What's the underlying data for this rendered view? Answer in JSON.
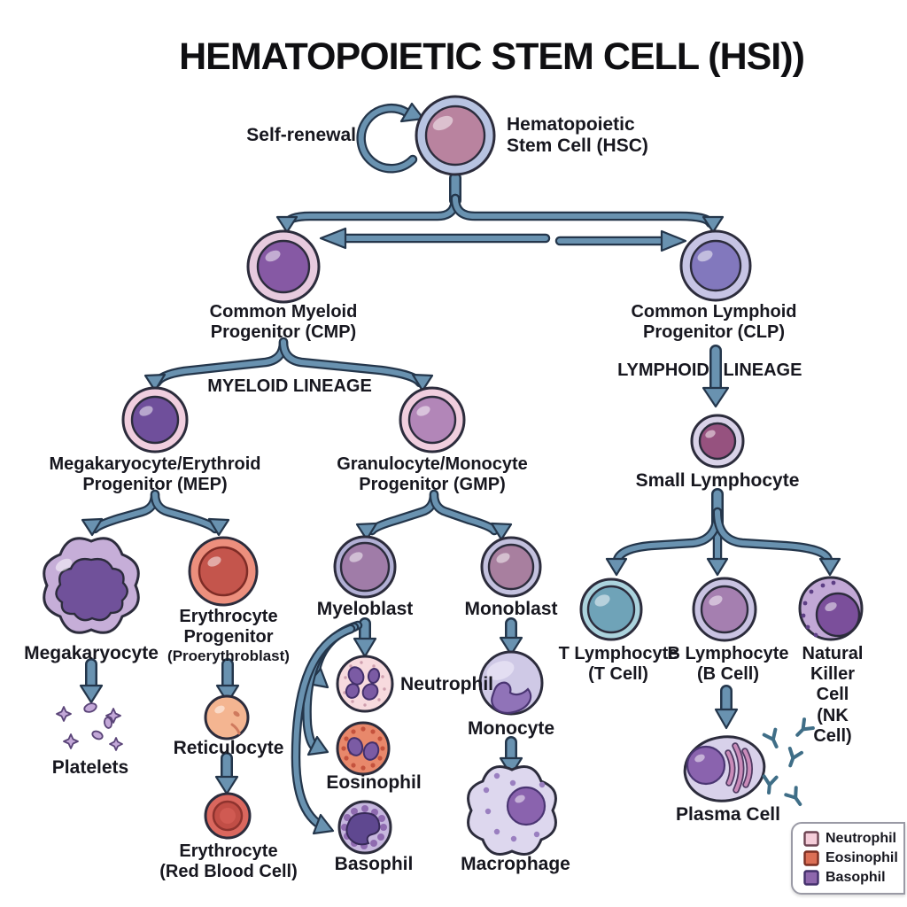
{
  "title": "HEMATOPOIETIC STEM CELL (HSI))",
  "diagram": {
    "self_renewal_label": "Self-renewal",
    "hsc_label": "Hematopoietic\nStem Cell (HSC)",
    "cmp_label": "Common Myeloid\nProgenitor (CMP)",
    "clp_label": "Common Lymphoid\nProgenitor (CLP)",
    "myeloid_lineage_label": "MYELOID LINEAGE",
    "lymphoid_word": "LYMPHOID",
    "lineage_word": "LINEAGE",
    "mep_label": "Megakaryocyte/Erythroid\nProgenitor (MEP)",
    "gmp_label": "Granulocyte/Monocyte\nProgenitor (GMP)",
    "small_lymphocyte_label": "Small Lymphocyte",
    "megakaryocyte_label": "Megakaryocyte",
    "erythrocyte_progenitor_label": "Erythrocyte\nProgenitor",
    "proerythroblast_label": "(Proerythroblast)",
    "platelets_label": "Platelets",
    "reticulocyte_label": "Reticulocyte",
    "erythrocyte_label": "Erythrocyte\n(Red Blood Cell)",
    "myeloblast_label": "Myeloblast",
    "monoblast_label": "Monoblast",
    "neutrophil_label": "Neutrophil",
    "eosinophil_label": "Eosinophil",
    "basophil_label": "Basophil",
    "monocyte_label": "Monocyte",
    "macrophage_label": "Macrophage",
    "t_cell_label": "T Lymphocyte\n(T Cell)",
    "b_cell_label": "B Lymphocyte\n(B Cell)",
    "nk_cell_label": "Natural\nKiller Cell\n(NK Cell)",
    "plasma_cell_label": "Plasma Cell"
  },
  "legend": {
    "items": [
      {
        "label": "Neutrophil",
        "color": "#f5cdd9"
      },
      {
        "label": "Eosinophil",
        "color": "#dc6f55"
      },
      {
        "label": "Basophil",
        "color": "#8e67ad"
      }
    ]
  },
  "colors": {
    "arrow": "#6992b0",
    "arrow_outline": "#24364b",
    "hsc_outer": "#b7c3e1",
    "hsc_inner": "#b9839f",
    "cmp_outer": "#e7cade",
    "cmp_inner": "#8659a4",
    "clp_outer": "#c6c4e4",
    "clp_inner": "#8278bd",
    "mep_outer": "#f0cede",
    "mep_inner": "#6f4f9b",
    "gmp_outer": "#f0cede",
    "gmp_inner": "#b286b8",
    "small_lymphocyte_outer": "#d9d2e8",
    "small_lymphocyte_inner": "#96527f",
    "myeloblast_outer": "#b2b0d5",
    "myeloblast_inner": "#a07ca8",
    "monoblast_outer": "#c3c1de",
    "monoblast_inner": "#a87f9f",
    "neutrophil_body": "#f7dade",
    "neutrophil_nucleus": "#7b5ba4",
    "eosinophil_body": "#e8886b",
    "eosinophil_nucleus": "#7b5ba4",
    "basophil_body": "#c6b7de",
    "basophil_nucleus": "#5f4890",
    "monocyte_body": "#cfc9e6",
    "monocyte_nucleus": "#9073b8",
    "macrophage_body": "#ddd7ee",
    "macrophage_nucleus": "#8a63ae",
    "t_cell_outer": "#abd3dd",
    "t_cell_inner": "#6fa3b8",
    "b_cell_outer": "#c9c3e2",
    "b_cell_inner": "#a57fb0",
    "nk_cell_outer": "#c2a8d6",
    "nk_cell_inner": "#7b4f9b",
    "megakaryocyte_body": "#c6aed8",
    "megakaryocyte_nucleus": "#70519a",
    "platelet": "#c3a8d8",
    "erythrocyte_progenitor_outer": "#ec8f7d",
    "erythrocyte_progenitor_inner": "#c4554c",
    "reticulocyte_body": "#f4b591",
    "erythrocyte_body": "#da675e",
    "plasma_body": "#d8d1ea",
    "plasma_nucleus": "#8a63ae",
    "antibody": "#3f6e87"
  }
}
